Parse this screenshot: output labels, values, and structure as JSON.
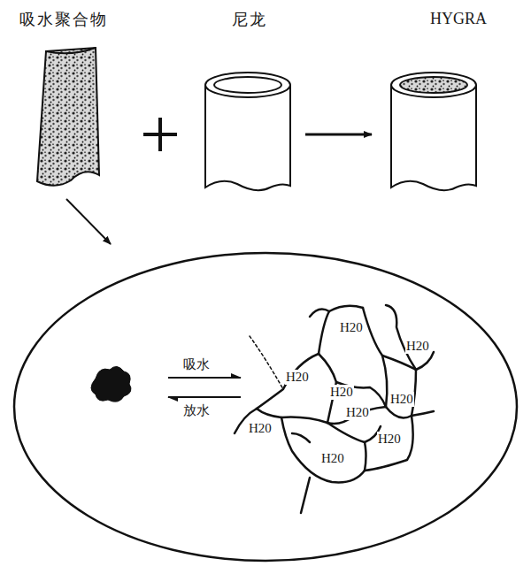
{
  "diagram": {
    "labels": [
      "吸水聚合物",
      "尼龙",
      "HYGRA",
      "吸水",
      "放水",
      "H20",
      "H20",
      "H20",
      "H20",
      "H20",
      "H20",
      "H20",
      "H20",
      "H20"
    ]
  }
}
